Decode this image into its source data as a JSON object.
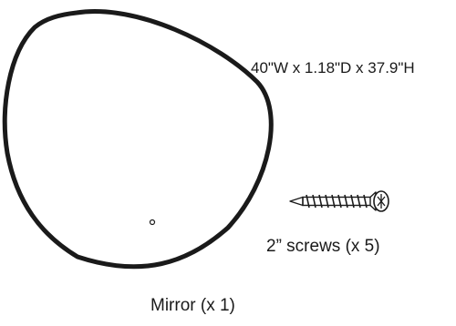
{
  "parts": {
    "mirror": {
      "label": "Mirror (x 1)",
      "dimensions": "40\"W x 1.18\"D x 37.9\"H"
    },
    "screws": {
      "label": "2” screws (x 5)"
    }
  },
  "icons": [
    "mirror-outline-icon",
    "screw-icon"
  ],
  "colors": {
    "stroke": "#1a1a1a",
    "background": "#ffffff"
  }
}
